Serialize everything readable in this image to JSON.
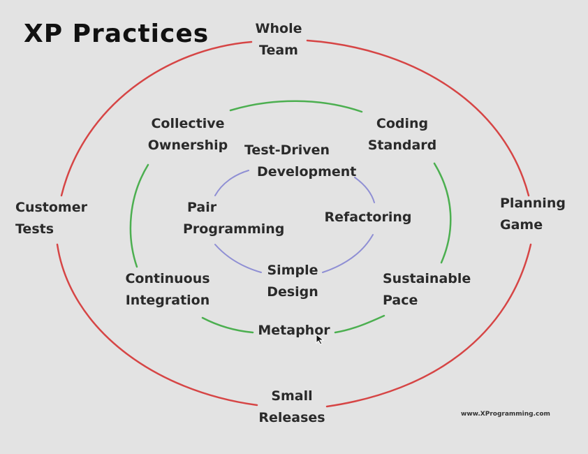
{
  "diagram": {
    "title": "XP Practices",
    "rings": {
      "outer_color": "#d64545",
      "middle_color": "#4caf50",
      "inner_color": "#8f8fd4"
    },
    "outer": {
      "whole_team": [
        "Whole",
        "Team"
      ],
      "customer_tests": [
        "Customer",
        "Tests"
      ],
      "planning_game": [
        "Planning",
        "Game"
      ],
      "small_releases": [
        "Small",
        "Releases"
      ]
    },
    "middle": {
      "collective_ownership": [
        "Collective",
        "Ownership"
      ],
      "coding_standard": [
        "Coding",
        "Standard"
      ],
      "continuous_integration": [
        "Continuous",
        "Integration"
      ],
      "sustainable_pace": [
        "Sustainable",
        "Pace"
      ],
      "metaphor": [
        "Metaphor"
      ]
    },
    "inner": {
      "test_driven_development": [
        "Test-Driven",
        "Development"
      ],
      "pair_programming": [
        "Pair",
        "Programming"
      ],
      "refactoring": [
        "Refactoring"
      ],
      "simple_design": [
        "Simple",
        "Design"
      ]
    },
    "footer": "www.XProgramming.com"
  }
}
